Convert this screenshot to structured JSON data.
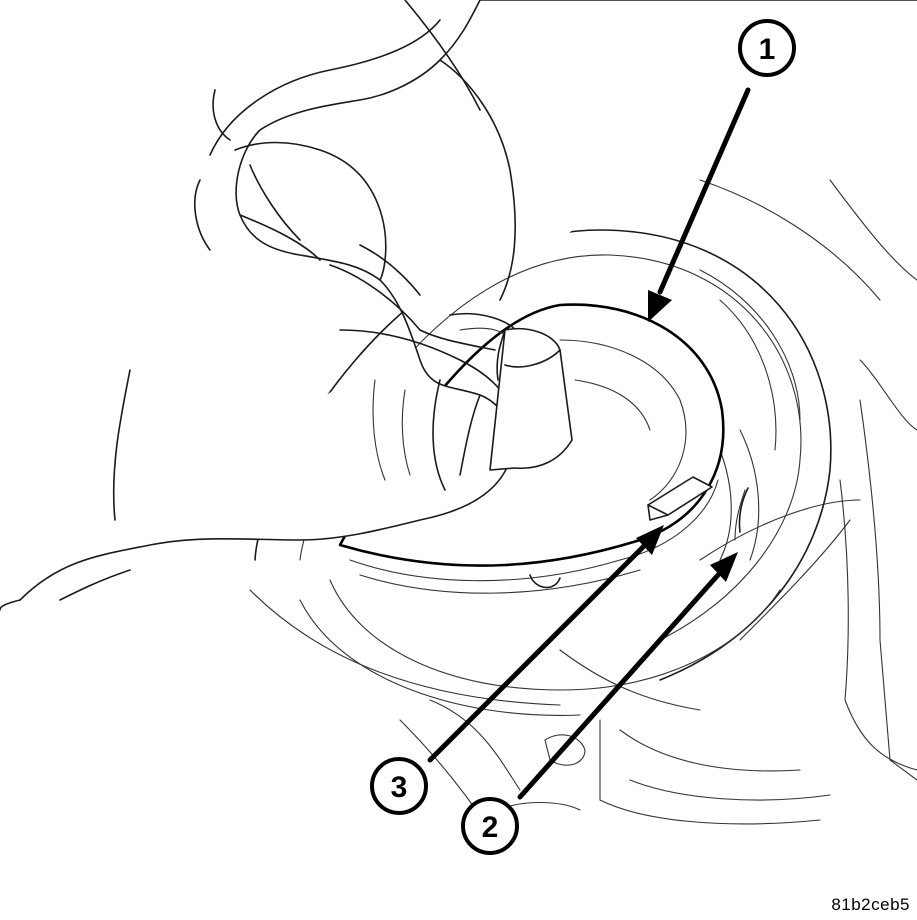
{
  "callouts": [
    {
      "id": "1",
      "label": "1"
    },
    {
      "id": "2",
      "label": "2"
    },
    {
      "id": "3",
      "label": "3"
    }
  ],
  "figure_id": "81b2ceb5",
  "colors": {
    "line": "#1a1a1a",
    "background": "#ffffff"
  }
}
